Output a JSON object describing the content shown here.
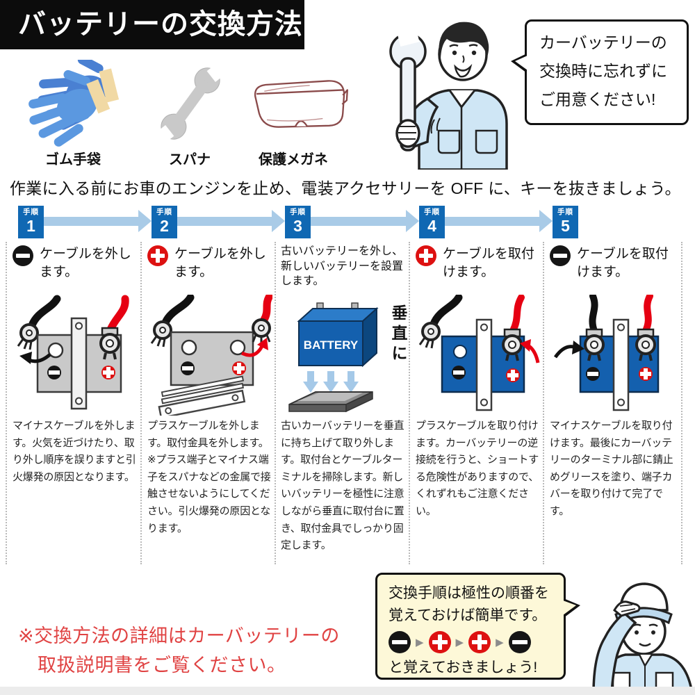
{
  "title": "バッテリーの交換方法",
  "colors": {
    "step_badge_blue": "#1068b3",
    "arrow_light_blue": "#a9cbe7",
    "battery_blue": "#1460ae",
    "minus_black": "#151515",
    "plus_red": "#dd1111",
    "cable_red": "#e60012",
    "memo_bubble_bg": "#fdf8d8",
    "note_red": "#e04343",
    "uniform_blue": "#cfe6f5"
  },
  "tools": {
    "items": [
      {
        "label": "ゴム手袋",
        "icon": "rubber-gloves-icon"
      },
      {
        "label": "スパナ",
        "icon": "spanner-icon"
      },
      {
        "label": "保護メガネ",
        "icon": "safety-glasses-icon"
      }
    ]
  },
  "mechanic_bubble": {
    "lines": [
      "カーバッテリーの",
      "交換時に忘れずに",
      "ご用意ください!"
    ]
  },
  "preparation": "作業に入る前にお車のエンジンを止め、電装アクセサリーを OFF に、キーを抜きましょう。",
  "step_tag": "手順",
  "steps": [
    {
      "number": "1",
      "polarity": "minus",
      "header": "ケーブルを外します。",
      "description": "マイナスケーブルを外します。火気を近づけたり、取り外し順序を誤りますと引火爆発の原因となります。"
    },
    {
      "number": "2",
      "polarity": "plus",
      "header": "ケーブルを外します。",
      "description": "プラスケーブルを外します。取付金具を外します。※プラス端子とマイナス端子をスパナなどの金属で接触させないようにしてください。引火爆発の原因となります。"
    },
    {
      "number": "3",
      "polarity": "none",
      "header": "古いバッテリーを外し、新しいバッテリーを設置します。",
      "description": "古いカーバッテリーを垂直に持ち上げて取り外します。取付台とケーブルターミナルを掃除します。新しいバッテリーを極性に注意しながら垂直に取付台に置き、取付金具でしっかり固定します。"
    },
    {
      "number": "4",
      "polarity": "plus",
      "header": "ケーブルを取付けます。",
      "description": "プラスケーブルを取り付けます。カーバッテリーの逆接続を行うと、ショートする危険性がありますので、くれずれもご注意ください。"
    },
    {
      "number": "5",
      "polarity": "minus",
      "header": "ケーブルを取付けます。",
      "description": "マイナスケーブルを取り付けます。最後にカーバッテリーのターミナル部に錆止めグリースを塗り、端子カバーを取り付けて完了です。"
    }
  ],
  "diagram": {
    "battery_label": "BATTERY",
    "vertical_note": "垂直に"
  },
  "memo_bubble": {
    "line1": "交換手順は極性の順番を",
    "line2": "覚えておけば簡単です。",
    "sequence": [
      "minus",
      "plus",
      "plus",
      "minus"
    ],
    "closing": "と覚えておきましょう!"
  },
  "footer_note": {
    "line1": "※交換方法の詳細はカーバッテリーの",
    "line2": "取扱説明書をご覧ください。"
  }
}
